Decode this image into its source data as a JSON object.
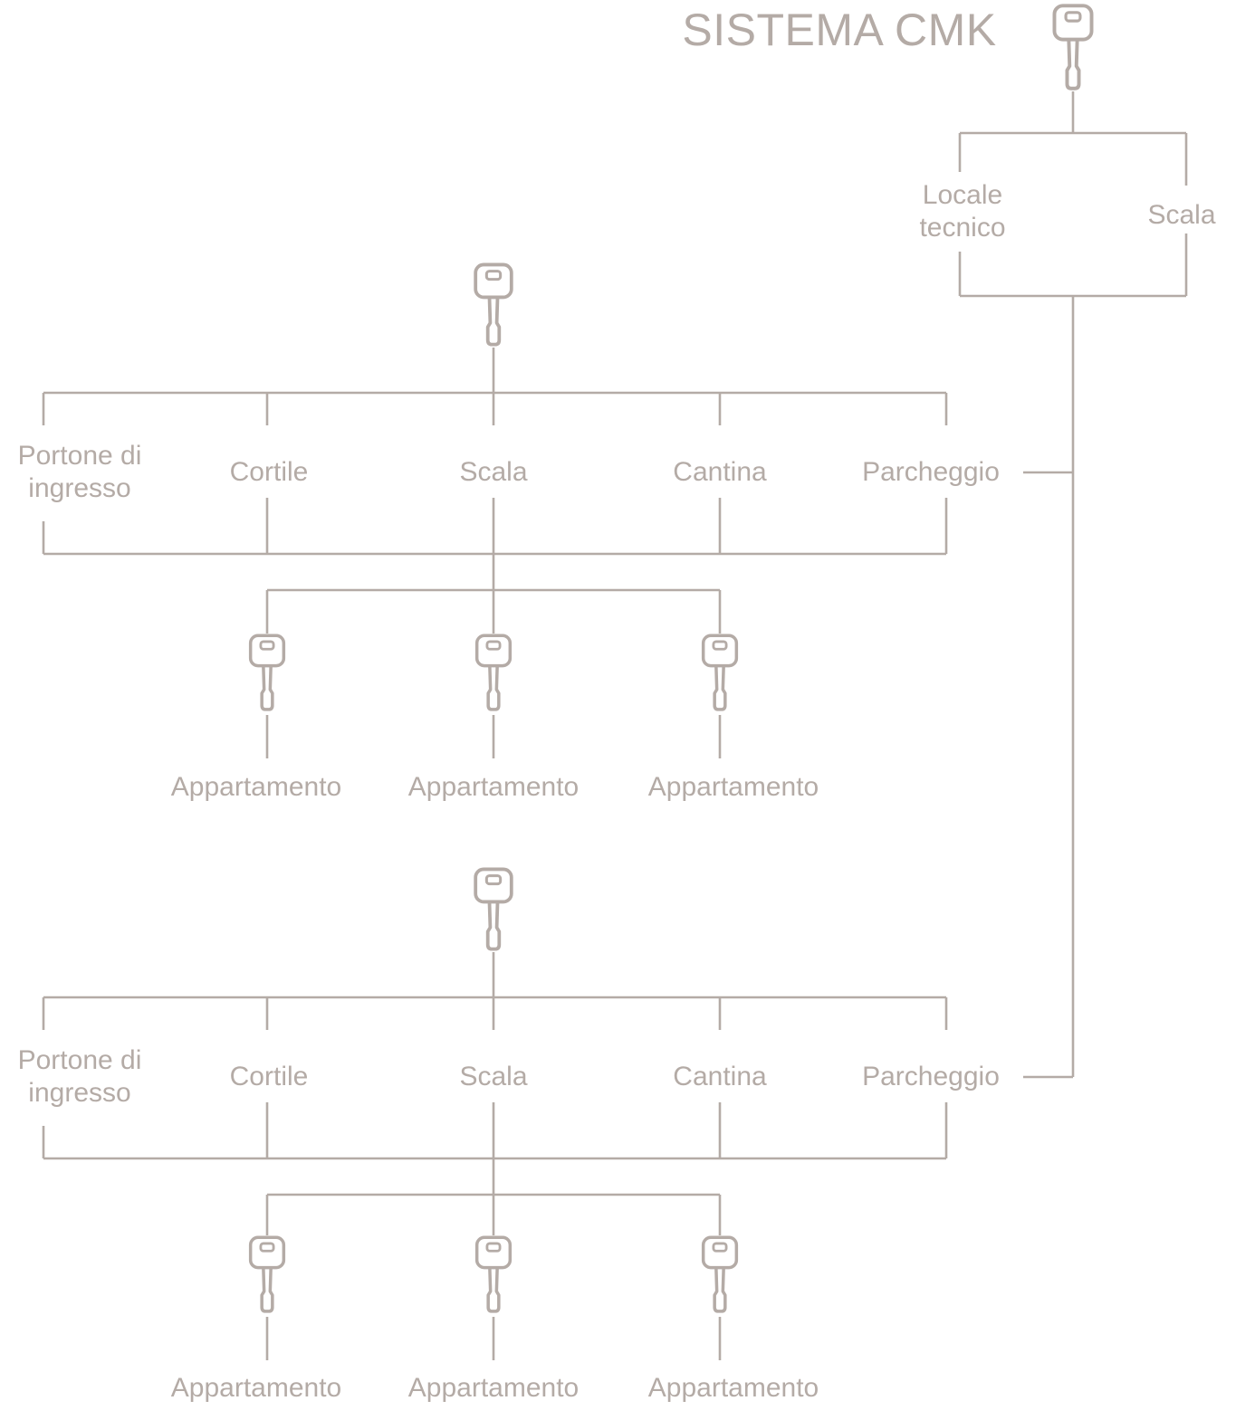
{
  "title": "SISTEMA CMK",
  "colors": {
    "line": "#b4aba6",
    "text": "#b4aba6",
    "background": "#ffffff"
  },
  "icons": {
    "master_key": "key-icon",
    "submaster_key": "key-icon",
    "apartment_key": "key-icon"
  },
  "top_branch": {
    "left_label": "Locale tecnico",
    "right_label": "Scala"
  },
  "groups": [
    {
      "doors": [
        {
          "label": "Portone di ingresso"
        },
        {
          "label": "Cortile"
        },
        {
          "label": "Scala"
        },
        {
          "label": "Cantina"
        },
        {
          "label": "Parcheggio"
        }
      ],
      "apartment_keys": [
        {
          "label": "Appartamento"
        },
        {
          "label": "Appartamento"
        },
        {
          "label": "Appartamento"
        }
      ]
    },
    {
      "doors": [
        {
          "label": "Portone di ingresso"
        },
        {
          "label": "Cortile"
        },
        {
          "label": "Scala"
        },
        {
          "label": "Cantina"
        },
        {
          "label": "Parcheggio"
        }
      ],
      "apartment_keys": [
        {
          "label": "Appartamento"
        },
        {
          "label": "Appartamento"
        },
        {
          "label": "Appartamento"
        }
      ]
    }
  ]
}
